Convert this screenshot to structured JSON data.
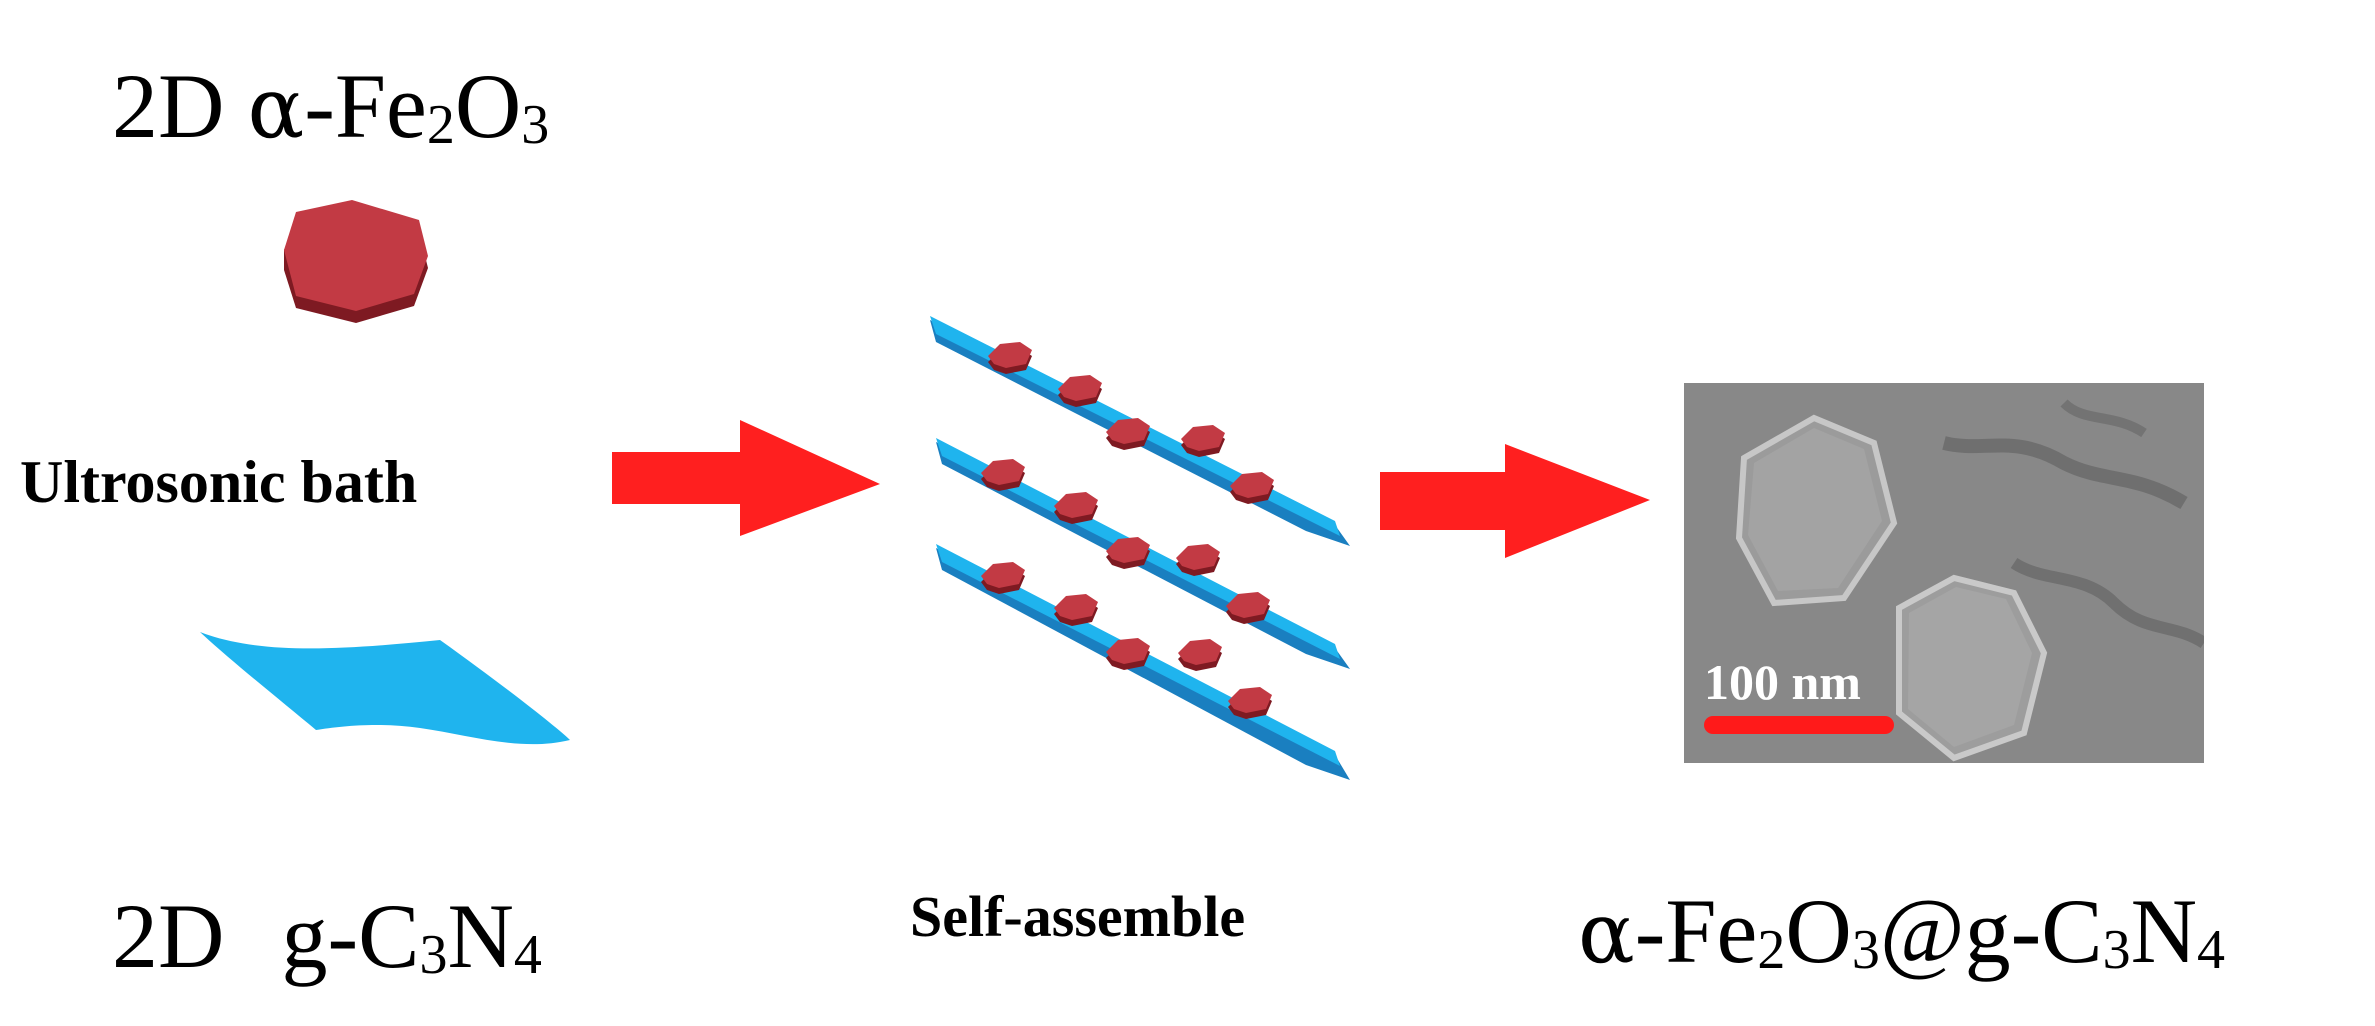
{
  "labels": {
    "fe2o3_prefix": "2D",
    "fe2o3_alpha": "α",
    "fe2o3_main": "-Fe",
    "fe2o3_sub1": "2",
    "fe2o3_o": "O",
    "fe2o3_sub2": "3",
    "gc3n4_prefix": "2D",
    "gc3n4_main": "g-C",
    "gc3n4_sub1": "3",
    "gc3n4_n": "N",
    "gc3n4_sub2": "4",
    "process_step": "Ultrosonic bath",
    "middle_caption": "Self-assemble",
    "product_alpha": "α",
    "product_fe": "-Fe",
    "product_sub1": "2",
    "product_o": "O",
    "product_sub2": "3",
    "product_at": "@",
    "product_g": "g-C",
    "product_sub3": "3",
    "product_n": "N",
    "product_sub4": "4",
    "scale_label": "100 nm"
  },
  "colors": {
    "hexagon_top": "#c23a44",
    "hexagon_side": "#7e1a22",
    "sheet": "#1fb4ee",
    "sheet_edge": "#1a7fc0",
    "arrow": "#ff1f1f",
    "scale_bar": "#ff1a1a"
  }
}
